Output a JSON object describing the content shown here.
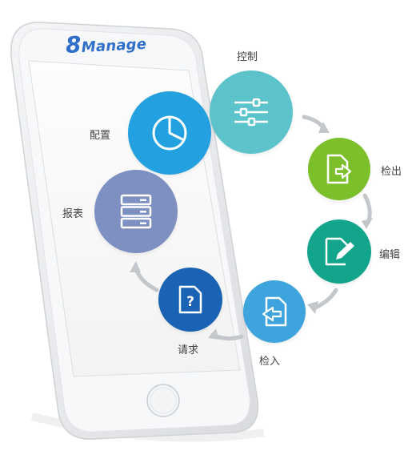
{
  "brand": {
    "logo_digit": "8",
    "logo_word": "Manage"
  },
  "steps": {
    "control": {
      "label": "控制",
      "color": "#5cc3cb",
      "icon": "sliders-icon"
    },
    "checkout": {
      "label": "检出",
      "color": "#7bbf2a",
      "icon": "document-out-icon"
    },
    "edit": {
      "label": "编辑",
      "color": "#13a58c",
      "icon": "document-edit-icon"
    },
    "checkin": {
      "label": "检入",
      "color": "#3da4dd",
      "icon": "document-in-icon"
    },
    "request": {
      "label": "请求",
      "color": "#1a62b3",
      "icon": "document-question-icon"
    },
    "report": {
      "label": "报表",
      "color": "#7e90c2",
      "icon": "server-icon"
    },
    "config": {
      "label": "配置",
      "color": "#23a0e0",
      "icon": "pie-chart-icon"
    }
  }
}
